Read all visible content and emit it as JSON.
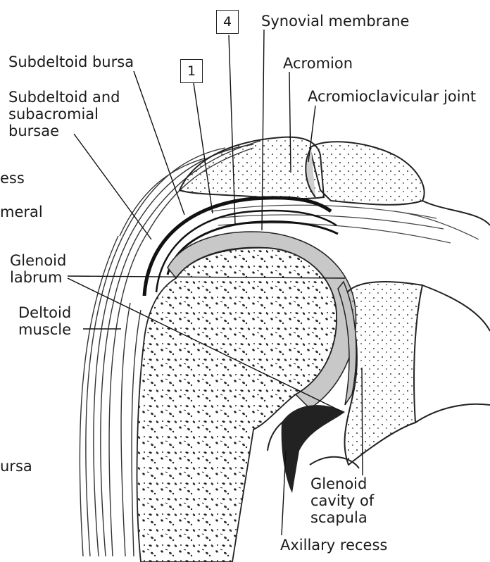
{
  "diagram": {
    "labels": {
      "subdeltoid_bursa": "Subdeltoid bursa",
      "subdeltoid_subacromial_1": "Subdeltoid and",
      "subdeltoid_subacromial_2": "subacromial",
      "subdeltoid_subacromial_3": "bursae",
      "synovial_membrane": "Synovial membrane",
      "acromion": "Acromion",
      "acromioclavicular_joint": "Acromioclavicular joint",
      "glenoid_labrum_1": "Glenoid",
      "glenoid_labrum_2": "labrum",
      "deltoid_muscle_1": "Deltoid",
      "deltoid_muscle_2": "muscle",
      "glenoid_cavity_1": "Glenoid",
      "glenoid_cavity_2": "cavity of",
      "glenoid_cavity_3": "scapula",
      "axillary_recess": "Axillary recess",
      "cut_left_1": "ess",
      "cut_left_2": "meral",
      "cut_left_3": "ursa"
    },
    "boxes": {
      "box_1": "1",
      "box_4": "4"
    }
  }
}
